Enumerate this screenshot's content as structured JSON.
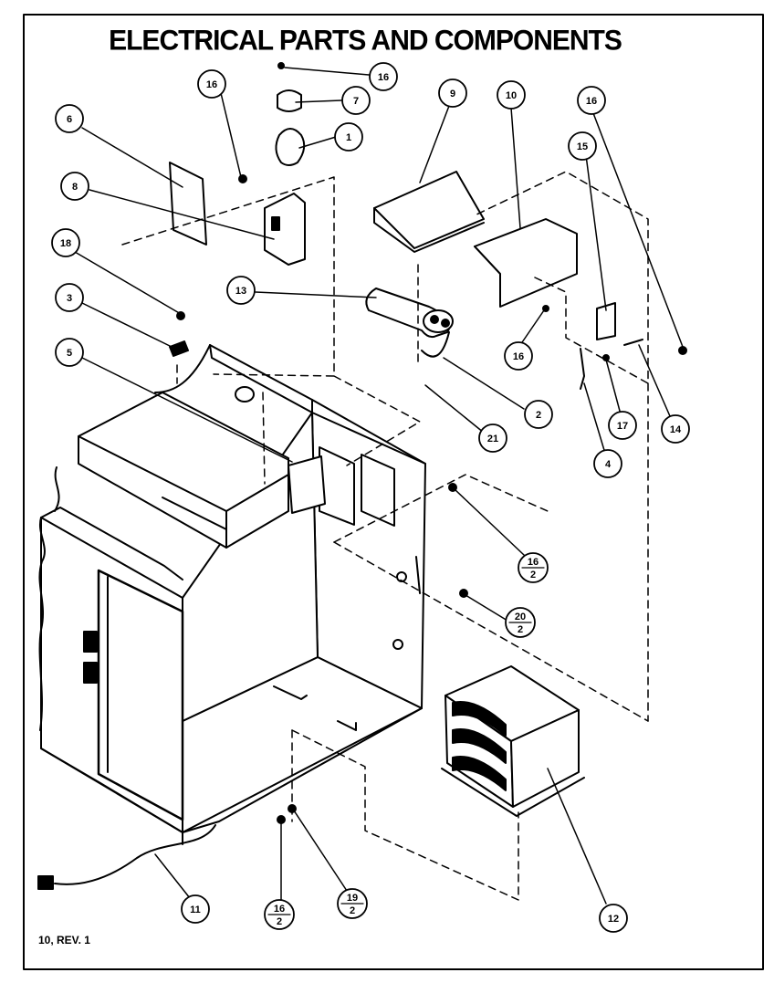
{
  "title": "ELECTRICAL PARTS AND COMPONENTS",
  "footer": "10, REV. 1",
  "callouts": [
    {
      "id": "c16a",
      "label": "16"
    },
    {
      "id": "c7",
      "label": "7"
    },
    {
      "id": "c16b",
      "label": "16"
    },
    {
      "id": "c1",
      "label": "1"
    },
    {
      "id": "c6",
      "label": "6"
    },
    {
      "id": "c8",
      "label": "8"
    },
    {
      "id": "c18",
      "label": "18"
    },
    {
      "id": "c3",
      "label": "3"
    },
    {
      "id": "c5",
      "label": "5"
    },
    {
      "id": "c9",
      "label": "9"
    },
    {
      "id": "c10",
      "label": "10"
    },
    {
      "id": "c16c",
      "label": "16"
    },
    {
      "id": "c15",
      "label": "15"
    },
    {
      "id": "c13",
      "label": "13"
    },
    {
      "id": "c16d",
      "label": "16"
    },
    {
      "id": "c2",
      "label": "2"
    },
    {
      "id": "c21",
      "label": "21"
    },
    {
      "id": "c17",
      "label": "17"
    },
    {
      "id": "c14",
      "label": "14"
    },
    {
      "id": "c4",
      "label": "4"
    },
    {
      "id": "c11",
      "label": "11"
    },
    {
      "id": "c12",
      "label": "12"
    }
  ],
  "fraction_callouts": [
    {
      "id": "f16_2a",
      "top": "16",
      "bottom": "2"
    },
    {
      "id": "f20_2",
      "top": "20",
      "bottom": "2"
    },
    {
      "id": "f16_2b",
      "top": "16",
      "bottom": "2"
    },
    {
      "id": "f19_2",
      "top": "19",
      "bottom": "2"
    }
  ]
}
